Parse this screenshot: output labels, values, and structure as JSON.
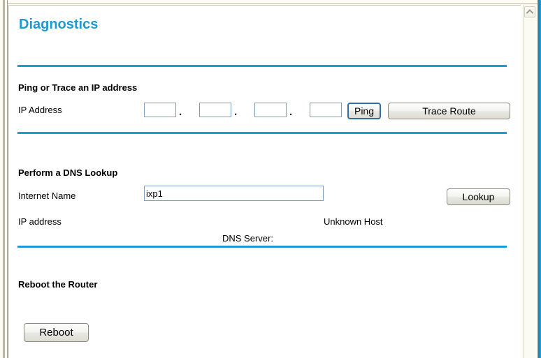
{
  "window": {
    "scrollbar": {
      "up_arrow_icon": "chevron-up-icon"
    }
  },
  "page": {
    "title": "Diagnostics",
    "accent_color": "#1b9ad4",
    "sections": {
      "ping": {
        "heading": "Ping or Trace an IP address",
        "ip_label": "IP Address",
        "ip_octets": [
          "",
          "",
          "",
          ""
        ],
        "octet_separator": ".",
        "ping_button": "Ping",
        "trace_route_button": "Trace Route"
      },
      "dns": {
        "heading": "Perform a DNS Lookup",
        "internet_name_label": "Internet Name",
        "internet_name_value": "ixp1",
        "internet_name_placeholder": "",
        "lookup_button": "Lookup",
        "ip_address_label": "IP address",
        "ip_address_result": "Unknown Host",
        "dns_server_label": "DNS Server:"
      },
      "reboot": {
        "heading": "Reboot the Router",
        "reboot_button": "Reboot"
      }
    }
  }
}
